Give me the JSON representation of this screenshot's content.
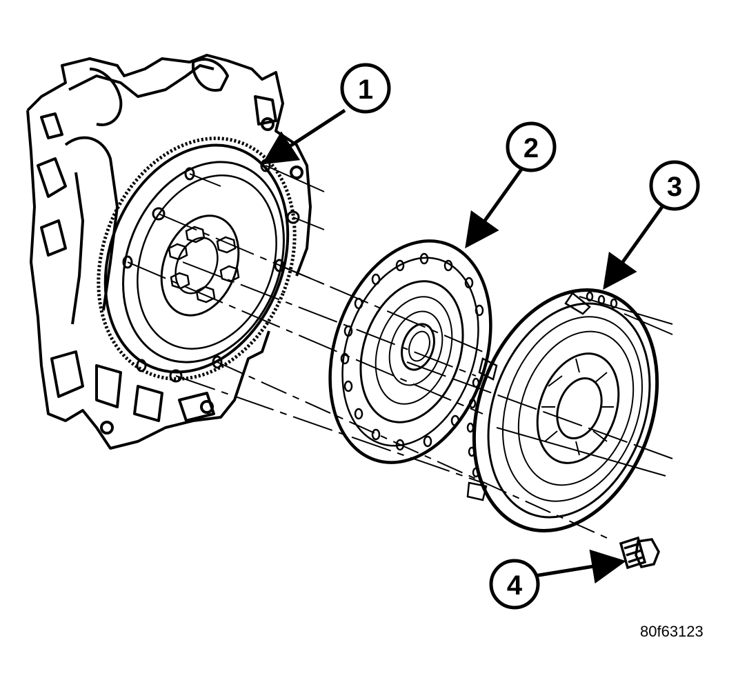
{
  "callouts": [
    {
      "label": "1",
      "part": "flywheel"
    },
    {
      "label": "2",
      "part": "clutch-disc"
    },
    {
      "label": "3",
      "part": "pressure-plate"
    },
    {
      "label": "4",
      "part": "bolt"
    }
  ],
  "figure_id": "80f63123",
  "colors": {
    "ink": "#000000",
    "paper": "#ffffff"
  }
}
